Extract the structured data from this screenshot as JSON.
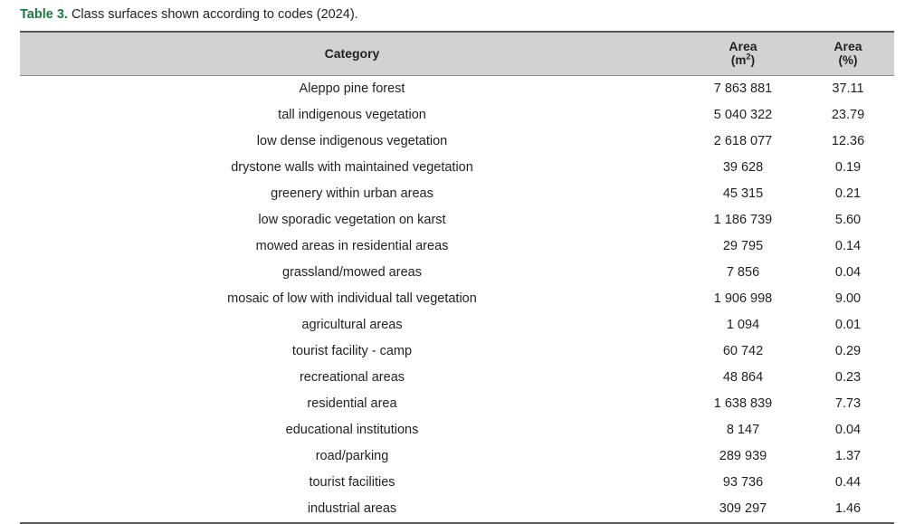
{
  "caption": {
    "label": "Table 3.",
    "text": " Class surfaces shown according to codes (2024)."
  },
  "table": {
    "columns": [
      {
        "key": "category",
        "header": "Category",
        "subheader": ""
      },
      {
        "key": "area_m2",
        "header": "Area",
        "subheader": "(m²)"
      },
      {
        "key": "area_pct",
        "header": "Area",
        "subheader": "(%)"
      }
    ],
    "rows": [
      {
        "category": "Aleppo pine forest",
        "area_m2": "7 863 881",
        "area_pct": "37.11"
      },
      {
        "category": "tall indigenous vegetation",
        "area_m2": "5 040 322",
        "area_pct": "23.79"
      },
      {
        "category": "low dense indigenous vegetation",
        "area_m2": "2 618 077",
        "area_pct": "12.36"
      },
      {
        "category": "drystone walls with maintained vegetation",
        "area_m2": "39 628",
        "area_pct": "0.19"
      },
      {
        "category": "greenery within urban areas",
        "area_m2": "45 315",
        "area_pct": "0.21"
      },
      {
        "category": "low sporadic vegetation on karst",
        "area_m2": "1 186 739",
        "area_pct": "5.60"
      },
      {
        "category": "mowed areas in residential areas",
        "area_m2": "29 795",
        "area_pct": "0.14"
      },
      {
        "category": "grassland/mowed areas",
        "area_m2": "7 856",
        "area_pct": "0.04"
      },
      {
        "category": "mosaic of low with individual tall vegetation",
        "area_m2": "1 906 998",
        "area_pct": "9.00"
      },
      {
        "category": "agricultural areas",
        "area_m2": "1 094",
        "area_pct": "0.01"
      },
      {
        "category": "tourist facility - camp",
        "area_m2": "60 742",
        "area_pct": "0.29"
      },
      {
        "category": "recreational areas",
        "area_m2": "48 864",
        "area_pct": "0.23"
      },
      {
        "category": "residential area",
        "area_m2": "1 638 839",
        "area_pct": "7.73"
      },
      {
        "category": "educational institutions",
        "area_m2": "8 147",
        "area_pct": "0.04"
      },
      {
        "category": "road/parking",
        "area_m2": "289 939",
        "area_pct": "1.37"
      },
      {
        "category": "tourist facilities",
        "area_m2": "93 736",
        "area_pct": "0.44"
      },
      {
        "category": "industrial areas",
        "area_m2": "309 297",
        "area_pct": "1.46"
      }
    ]
  },
  "colors": {
    "caption_label": "#177a44",
    "header_background": "#d2d2d2",
    "rule": "#58595b",
    "text": "#231f20"
  }
}
